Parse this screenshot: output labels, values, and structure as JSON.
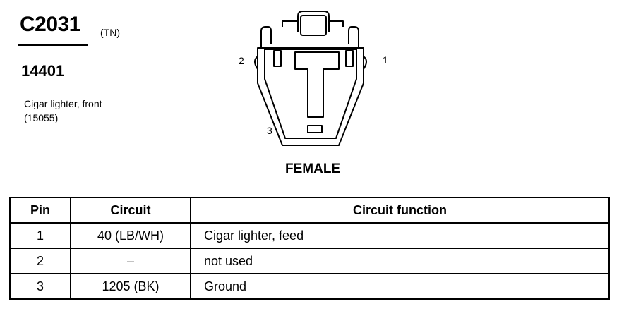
{
  "connector": {
    "id": "C2031",
    "color_code": "(TN)",
    "part_number": "14401",
    "description_line1": "Cigar lighter, front",
    "description_line2": "(15055)",
    "gender": "FEMALE",
    "pin_labels": {
      "p1": "1",
      "p2": "2",
      "p3": "3"
    }
  },
  "table": {
    "headers": {
      "pin": "Pin",
      "circuit": "Circuit",
      "function": "Circuit function"
    },
    "rows": [
      {
        "pin": "1",
        "circuit": "40 (LB/WH)",
        "function": "Cigar lighter, feed"
      },
      {
        "pin": "2",
        "circuit": "–",
        "function": "not used"
      },
      {
        "pin": "3",
        "circuit": "1205 (BK)",
        "function": "Ground"
      }
    ]
  }
}
